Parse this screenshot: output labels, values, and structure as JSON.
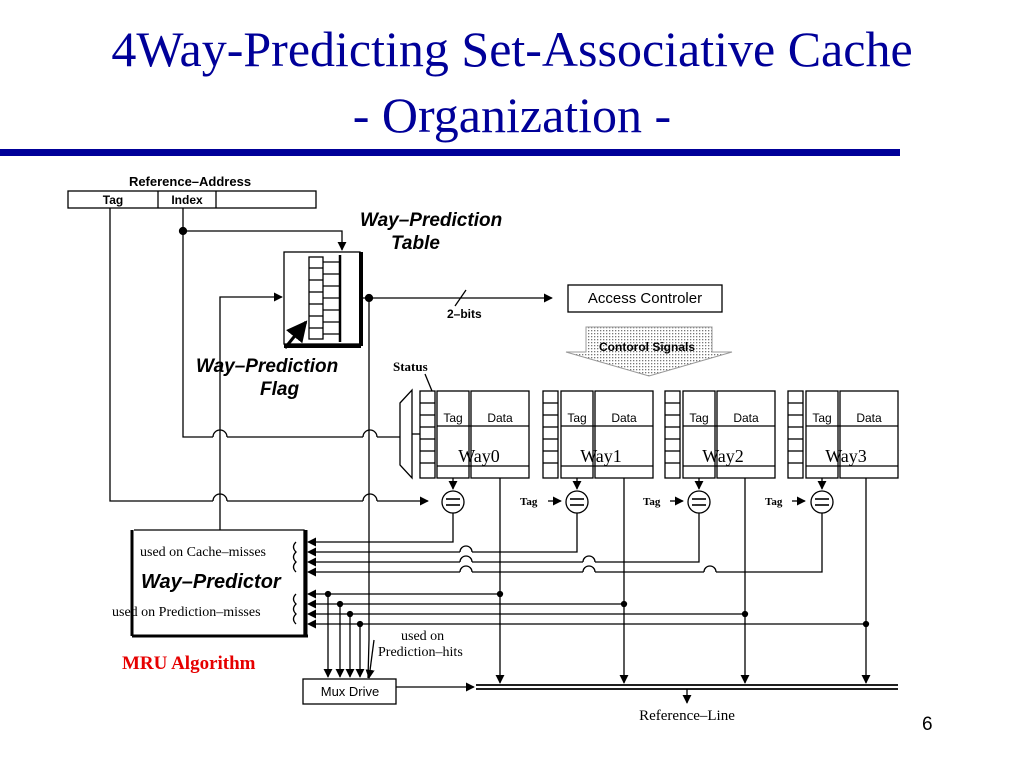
{
  "slide": {
    "title_line1": "4Way-Predicting Set-Associative Cache",
    "title_line2": "- Organization -",
    "page_number": "6",
    "accent_color": "#000099",
    "mru_color": "#e60000"
  },
  "diagram": {
    "reference_address": {
      "label": "Reference–Address",
      "tag": "Tag",
      "index": "Index"
    },
    "prediction_table": {
      "title_line1": "Way–Prediction",
      "title_line2": "Table"
    },
    "prediction_flag": {
      "line1": "Way–Prediction",
      "line2": "Flag"
    },
    "bits_label": "2–bits",
    "access_controller": "Access Controler",
    "control_signals": "Contorol Signals",
    "status_label": "Status",
    "ways": [
      {
        "name": "Way0",
        "tag": "Tag",
        "data": "Data"
      },
      {
        "name": "Way1",
        "tag": "Tag",
        "data": "Data"
      },
      {
        "name": "Way2",
        "tag": "Tag",
        "data": "Data"
      },
      {
        "name": "Way3",
        "tag": "Tag",
        "data": "Data"
      }
    ],
    "comparator_tag_label": "Tag",
    "predictor": {
      "cache_misses": "used on Cache–misses",
      "name": "Way–Predictor",
      "prediction_misses": "used on Prediction–misses"
    },
    "prediction_hits": {
      "line1": "used on",
      "line2": "Prediction–hits"
    },
    "mru_algorithm": "MRU Algorithm",
    "mux_drive": "Mux Drive",
    "reference_line": "Reference–Line"
  }
}
